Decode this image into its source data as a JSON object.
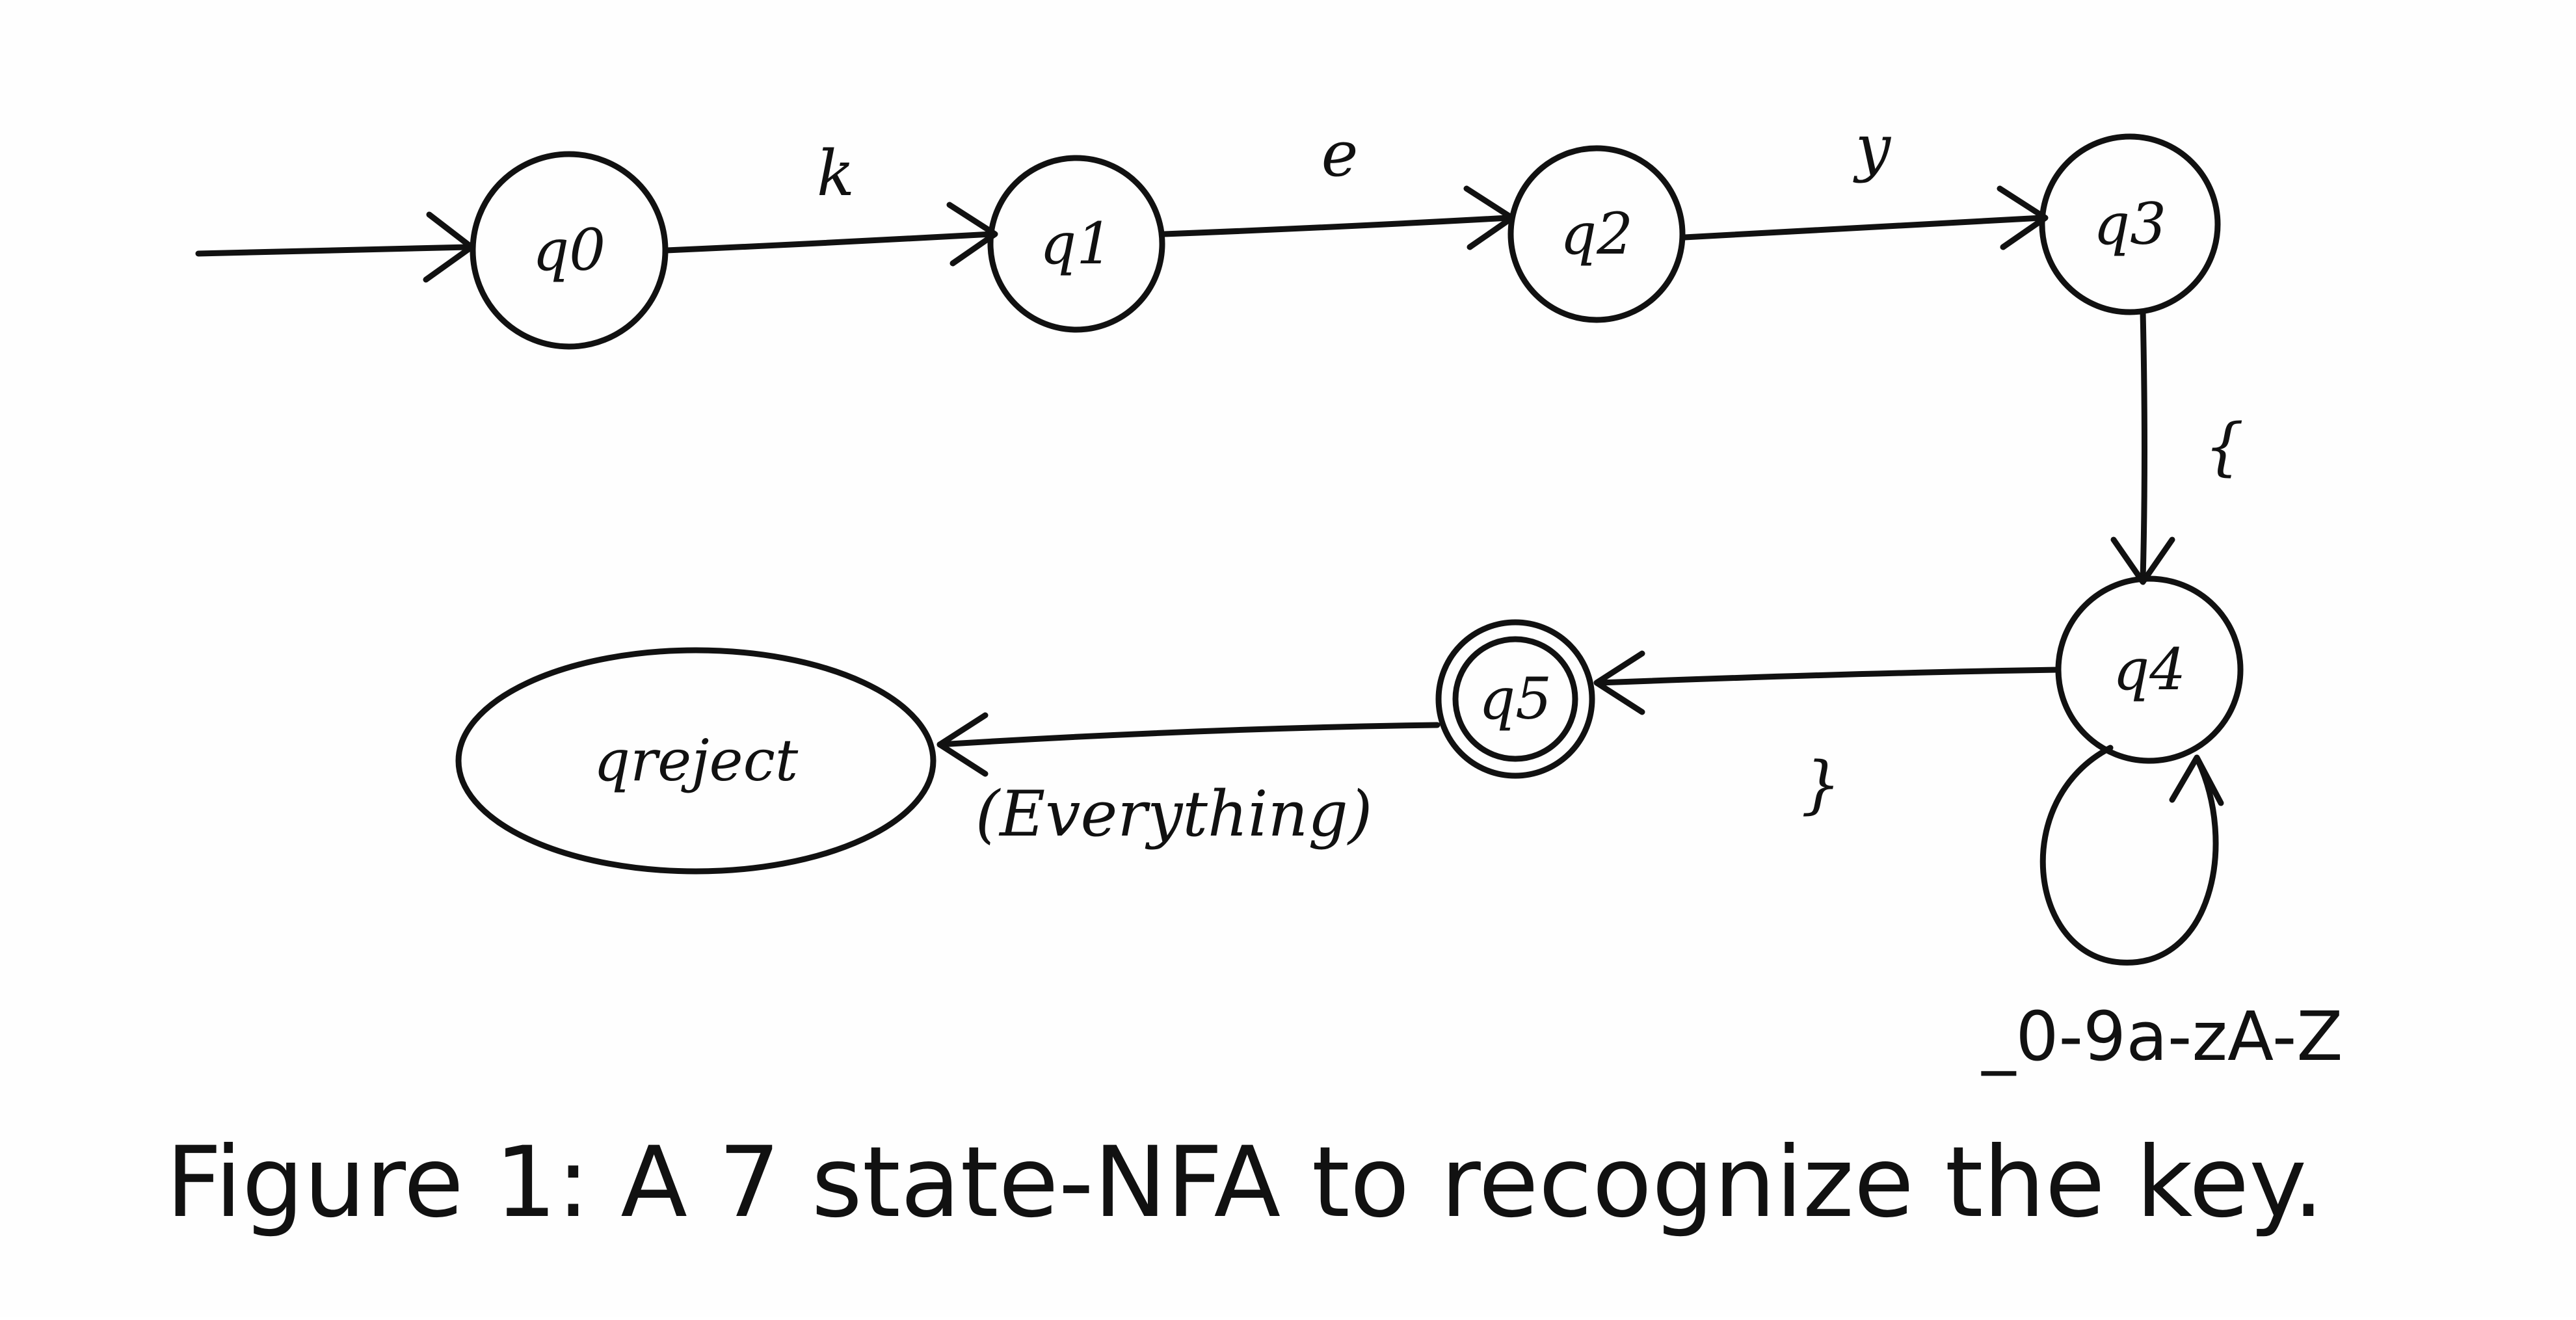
{
  "diagram": {
    "states": {
      "q0": "q0",
      "q1": "q1",
      "q2": "q2",
      "q3": "q3",
      "q4": "q4",
      "q5": "q5",
      "reject": "qreject"
    },
    "edges": {
      "q0_q1": "k",
      "q1_q2": "e",
      "q2_q3": "y",
      "q3_q4": "{",
      "q4_loop": "_0-9a-zA-Z",
      "q4_q5": "}",
      "q5_reject": "(Everything)"
    },
    "caption": "Figure 1: A 7 state-NFA to recognize the key."
  }
}
